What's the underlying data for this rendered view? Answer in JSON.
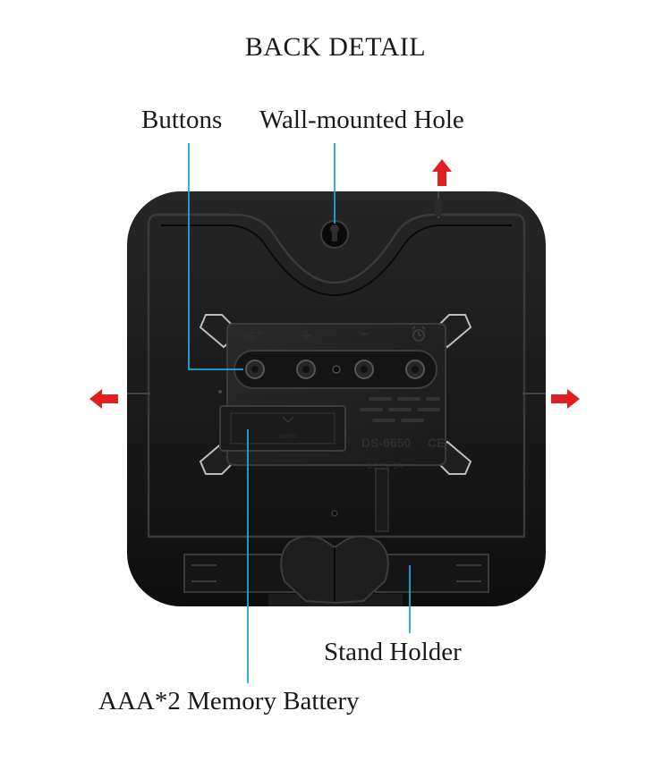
{
  "title": "BACK DETAIL",
  "callouts": {
    "buttons": "Buttons",
    "wall_hole": "Wall-mounted Hole",
    "stand_holder": "Stand Holder",
    "battery": "AAA*2 Memory Battery"
  },
  "device": {
    "button_labels": {
      "set": "SET",
      "plus": "+",
      "minus": "−"
    },
    "battery_door": "OPEN",
    "model": "DS-6650",
    "ce_mark": "CE",
    "power_rating": "DC 5V 1A"
  },
  "colors": {
    "callout_line": "#1ea8d6",
    "arrow": "#e02020",
    "body": "#161616"
  },
  "icons": {
    "alarm": "alarm-clock-icon",
    "arrows": "red-direction-arrow-icon"
  }
}
